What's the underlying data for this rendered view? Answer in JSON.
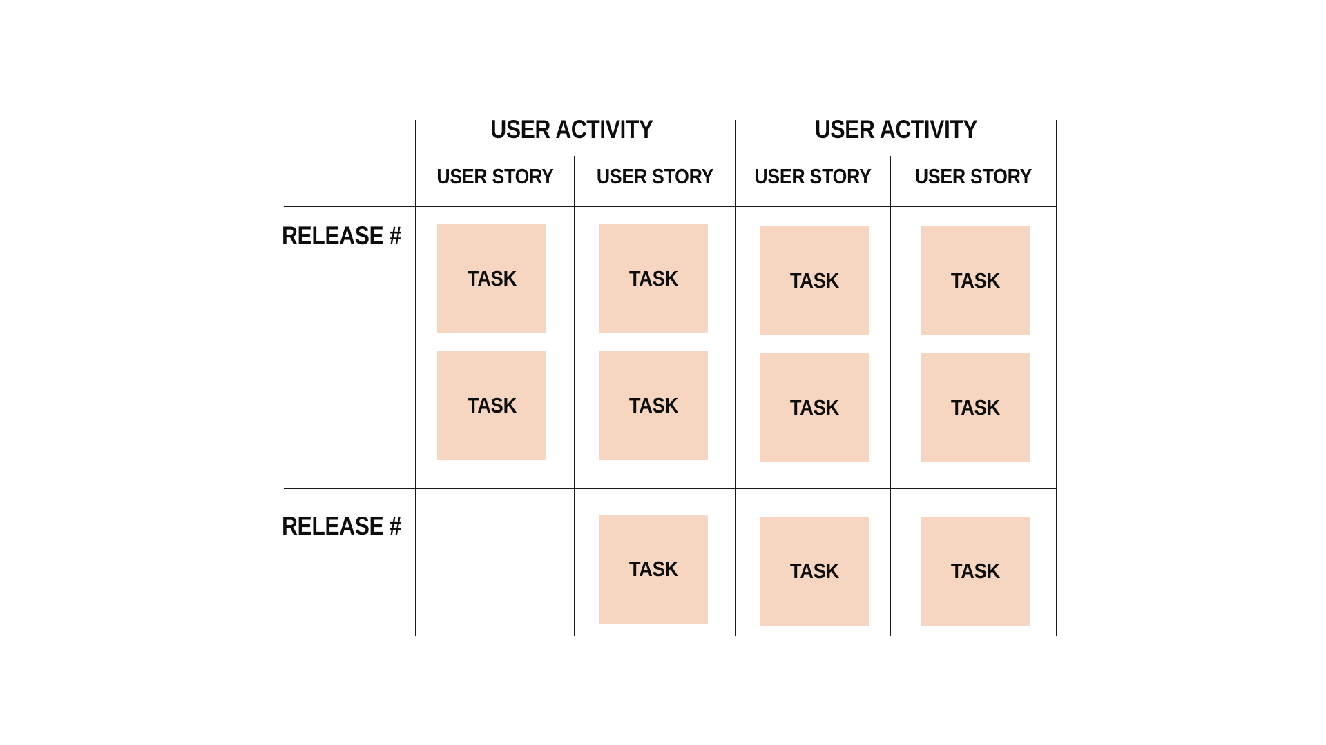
{
  "header": {
    "activities": [
      {
        "label": "USER ACTIVITY"
      },
      {
        "label": "USER ACTIVITY"
      }
    ],
    "stories": [
      {
        "label": "USER STORY"
      },
      {
        "label": "USER STORY"
      },
      {
        "label": "USER STORY"
      },
      {
        "label": "USER STORY"
      }
    ]
  },
  "releases": [
    {
      "label": "RELEASE #",
      "columns": [
        [
          "TASK",
          "TASK"
        ],
        [
          "TASK",
          "TASK"
        ],
        [
          "TASK",
          "TASK"
        ],
        [
          "TASK",
          "TASK"
        ]
      ]
    },
    {
      "label": "RELEASE #",
      "columns": [
        [],
        [
          "TASK"
        ],
        [
          "TASK"
        ],
        [
          "TASK"
        ]
      ]
    }
  ],
  "colors": {
    "task_fill": "#f6d6c0",
    "grid_line": "#1a1a1a",
    "text": "#0d0d0d"
  }
}
